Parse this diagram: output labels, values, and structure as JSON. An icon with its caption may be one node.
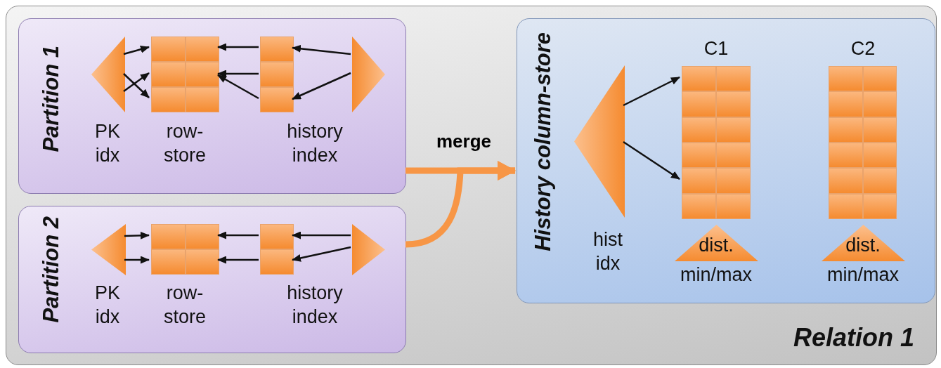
{
  "diagram": {
    "nodes": [
      {
        "text": [
          "Relation 1"
        ]
      },
      {
        "text": [
          "Partition 1"
        ],
        "in": 0
      },
      {
        "text": [
          "PK idx"
        ],
        "in": 1
      },
      {
        "text": [
          "row- store"
        ],
        "in": 1
      },
      {
        "text": [
          "history index"
        ],
        "in": 1
      },
      {
        "text": [],
        "shape": "triangle",
        "in": 1
      },
      {
        "text": [
          "Partition 2"
        ],
        "in": 0
      },
      {
        "text": [
          "PK idx"
        ],
        "in": 6
      },
      {
        "text": [
          "row- store"
        ],
        "in": 6
      },
      {
        "text": [
          "history index"
        ],
        "in": 6
      },
      {
        "text": [],
        "shape": "triangle",
        "in": 6
      },
      {
        "text": [
          "History column-store"
        ],
        "in": 0
      },
      {
        "text": [
          "hist idx"
        ],
        "in": 11
      },
      {
        "text": [
          "C1"
        ],
        "in": 11
      },
      {
        "text": [
          "C2"
        ],
        "in": 11
      },
      {
        "text": [
          "dist.",
          "min/max"
        ],
        "in": 11
      },
      {
        "text": [
          "dist.",
          "min/max"
        ],
        "in": 11
      }
    ],
    "edges": [
      {
        "from": 2,
        "to": 3,
        "arrow": "to"
      },
      {
        "from": 2,
        "to": 3,
        "arrow": "to"
      },
      {
        "from": 2,
        "to": 3,
        "arrow": "to"
      },
      {
        "from": 4,
        "to": 3,
        "arrow": "to"
      },
      {
        "from": 4,
        "to": 3,
        "arrow": "to"
      },
      {
        "from": 4,
        "to": 3,
        "arrow": "to"
      },
      {
        "from": 5,
        "to": 4,
        "arrow": "to"
      },
      {
        "from": 5,
        "to": 4,
        "arrow": "to"
      },
      {
        "from": 7,
        "to": 8,
        "arrow": "to"
      },
      {
        "from": 7,
        "to": 8,
        "arrow": "to"
      },
      {
        "from": 9,
        "to": 8,
        "arrow": "to"
      },
      {
        "from": 9,
        "to": 8,
        "arrow": "to"
      },
      {
        "from": 10,
        "to": 9,
        "arrow": "to"
      },
      {
        "from": 10,
        "to": 9,
        "arrow": "to"
      },
      {
        "from": 1,
        "to": 11,
        "arrow": "to",
        "label": "merge",
        "style": "thick",
        "color": "#f79646"
      },
      {
        "from": 6,
        "to": 11,
        "arrow": "to",
        "style": "thick",
        "color": "#f79646"
      },
      {
        "from": 12,
        "to": 13,
        "arrow": "to"
      },
      {
        "from": 12,
        "to": 13,
        "arrow": "to"
      }
    ]
  }
}
